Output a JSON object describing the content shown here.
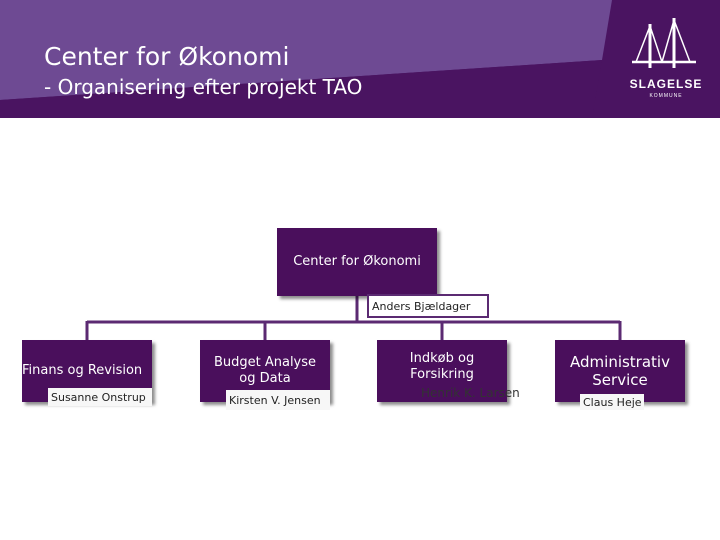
{
  "header": {
    "title": "Center for Økonomi",
    "subtitle": "- Organisering efter projekt TAO"
  },
  "logo": {
    "name": "SLAGELSE",
    "sub": "KOMMUNE",
    "icon": "bridge-icon"
  },
  "org": {
    "root": {
      "unit": "Center for Økonomi",
      "head": "Anders Bjældager"
    },
    "departments": [
      {
        "unit": "Finans og Revision",
        "head": "Susanne Onstrup"
      },
      {
        "unit": "Budget Analyse og Data",
        "head": "Kirsten V. Jensen"
      },
      {
        "unit": "Indkøb og Forsikring",
        "head": "Henrik K. Larsen"
      },
      {
        "unit": "Administrativ Service",
        "head": "Claus Heje"
      }
    ]
  },
  "colors": {
    "banner": "#4a1461",
    "banner_light": "#6e4a93",
    "box": "#4a0f5c",
    "line": "#5b2a72"
  }
}
